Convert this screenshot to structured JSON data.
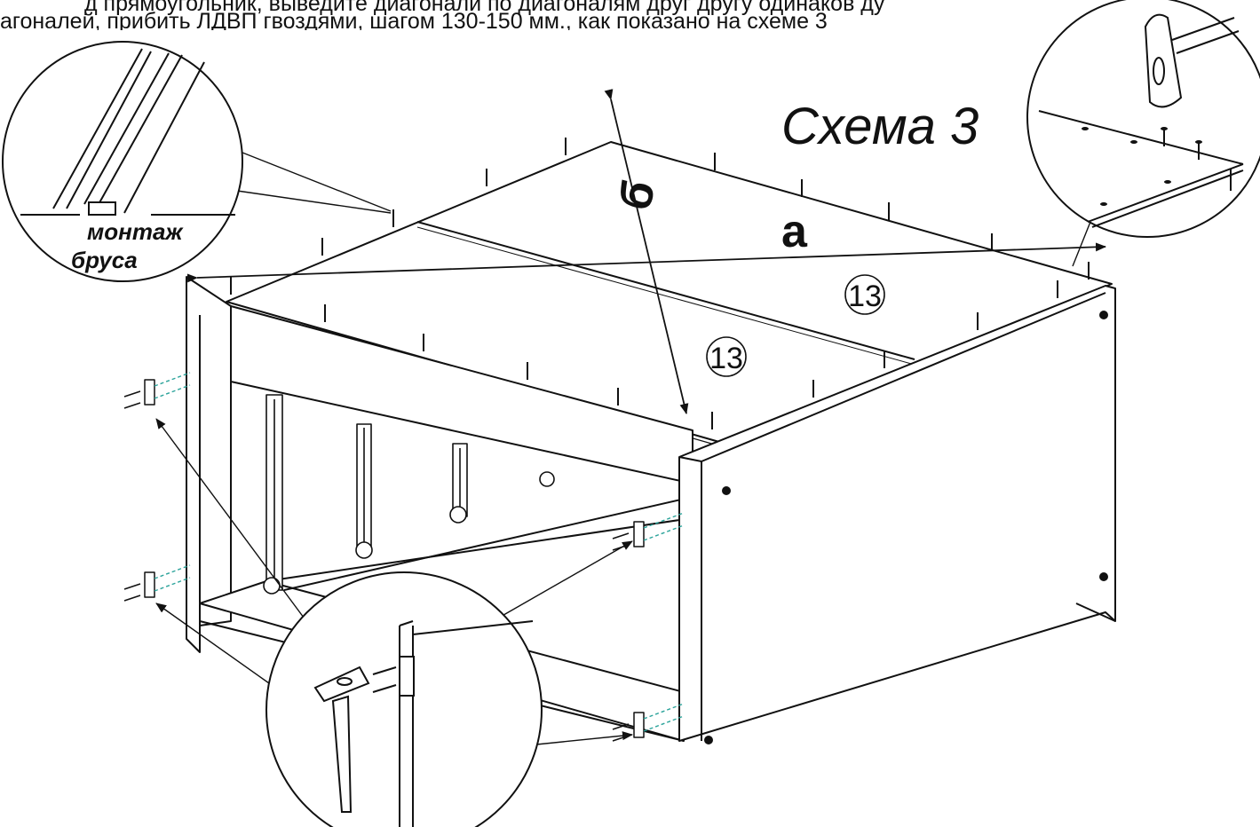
{
  "instruction": {
    "line1": "д    прямоугольник,    выведите    диагонали    по    диагоналям    друг    другу    одинаков    ду",
    "line2": "агоналей, прибить ЛДВП гвоздями, шагом 130-150 мм., как показано на схеме 3"
  },
  "title": "Схема 3",
  "labels": {
    "diag_a": "а",
    "diag_b": "б",
    "panel_left": "13",
    "panel_right": "13",
    "callout_line1": "монтаж",
    "callout_line2": "бруса"
  },
  "colors": {
    "ink": "#111111",
    "dowel_guide": "#2aa39a"
  }
}
